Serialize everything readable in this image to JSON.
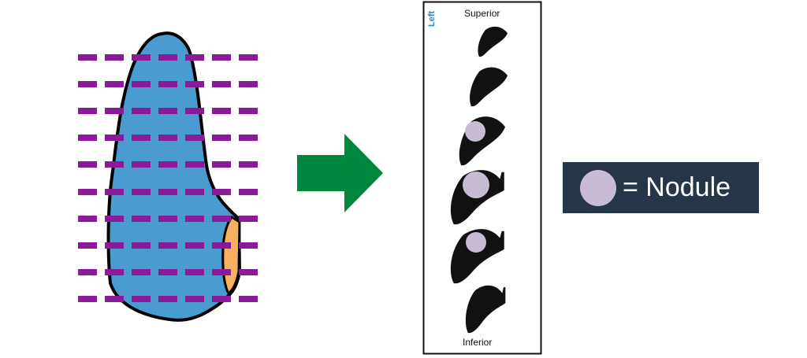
{
  "panel": {
    "orientation_label": "Left",
    "top_label": "Superior",
    "bottom_label": "Inferior"
  },
  "legend": {
    "text": "= Nodule"
  },
  "colors": {
    "organ": "#4a9bd0",
    "nodule_side": "#f5b060",
    "slice_lines": "#8a1a9a",
    "arrow": "#00873e",
    "nodule": "#c8bcd4",
    "legend_bg": "#263648"
  }
}
